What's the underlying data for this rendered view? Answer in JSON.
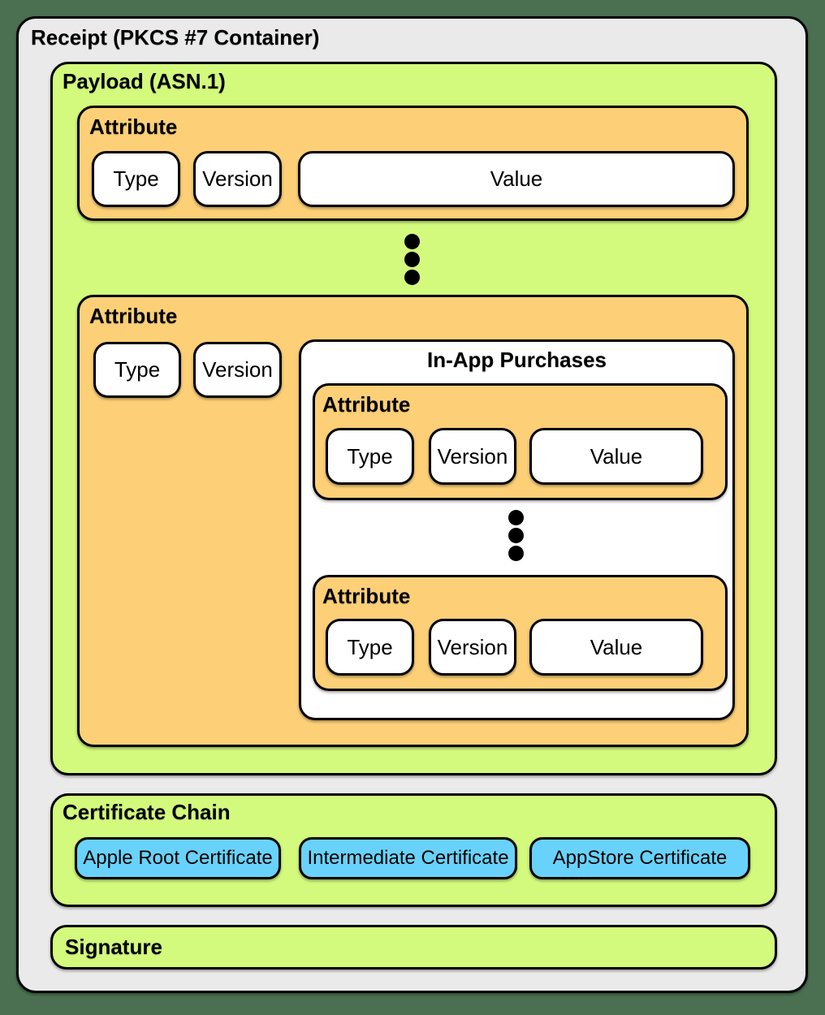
{
  "receipt": {
    "title": "Receipt (PKCS #7 Container)",
    "payload": {
      "title": "Payload (ASN.1)",
      "attribute_top": {
        "title": "Attribute",
        "type_label": "Type",
        "version_label": "Version",
        "value_label": "Value"
      },
      "attribute_bottom": {
        "title": "Attribute",
        "type_label": "Type",
        "version_label": "Version",
        "in_app_purchases": {
          "title": "In-App Purchases",
          "attribute_top": {
            "title": "Attribute",
            "type_label": "Type",
            "version_label": "Version",
            "value_label": "Value"
          },
          "attribute_bottom": {
            "title": "Attribute",
            "type_label": "Type",
            "version_label": "Version",
            "value_label": "Value"
          }
        }
      }
    },
    "certificate_chain": {
      "title": "Certificate Chain",
      "certificates": [
        "Apple Root Certificate",
        "Intermediate Certificate",
        "AppStore Certificate"
      ]
    },
    "signature": {
      "title": "Signature"
    }
  },
  "colors": {
    "page_bg": "#4a7051",
    "receipt_bg": "#eaeaea",
    "green": "#d3f97d",
    "orange": "#fdd077",
    "blue": "#69d2fa",
    "line": "#000000"
  }
}
